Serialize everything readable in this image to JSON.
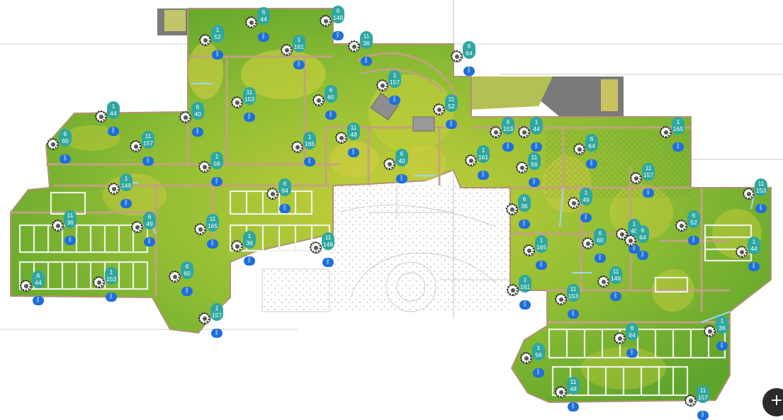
{
  "colors": {
    "heat_green": "#6fae2f",
    "heat_yellow": "#c8cf3a",
    "wall": "#c9a68a",
    "badge": "#2fa7a0",
    "bluetooth": "#1e6fd9",
    "parking_line": "#ffffff",
    "dark_roof": "#7b7b7b"
  },
  "icons": {
    "access_point": "wifi-access-point-icon",
    "bluetooth": "bluetooth-icon",
    "zoom": "plus-icon"
  },
  "zoom_button": {
    "label": "+"
  },
  "access_points": [
    {
      "channel": "6",
      "power": "44"
    },
    {
      "channel": "6",
      "power": "149"
    },
    {
      "channel": "1",
      "power": "52"
    },
    {
      "channel": "1",
      "power": "161"
    },
    {
      "channel": "11",
      "power": "36"
    },
    {
      "channel": "6",
      "power": "64"
    },
    {
      "channel": "1",
      "power": "157"
    },
    {
      "channel": "11",
      "power": "153"
    },
    {
      "channel": "6",
      "power": "60"
    },
    {
      "channel": "11",
      "power": "52"
    },
    {
      "channel": "6",
      "power": "40"
    },
    {
      "channel": "1",
      "power": "44"
    },
    {
      "channel": "6",
      "power": "60"
    },
    {
      "channel": "11",
      "power": "157"
    },
    {
      "channel": "11",
      "power": "48"
    },
    {
      "channel": "1",
      "power": "165"
    },
    {
      "channel": "1",
      "power": "56"
    },
    {
      "channel": "6",
      "power": "40"
    },
    {
      "channel": "6",
      "power": "153"
    },
    {
      "channel": "1",
      "power": "44"
    },
    {
      "channel": "1",
      "power": "165"
    },
    {
      "channel": "6",
      "power": "64"
    },
    {
      "channel": "1",
      "power": "161"
    },
    {
      "channel": "11",
      "power": "56"
    },
    {
      "channel": "11",
      "power": "157"
    },
    {
      "channel": "1",
      "power": "149"
    },
    {
      "channel": "6",
      "power": "64"
    },
    {
      "channel": "11",
      "power": "36"
    },
    {
      "channel": "6",
      "power": "49"
    },
    {
      "channel": "11",
      "power": "165"
    },
    {
      "channel": "1",
      "power": "36"
    },
    {
      "channel": "11",
      "power": "149"
    },
    {
      "channel": "6",
      "power": "36"
    },
    {
      "channel": "1",
      "power": "49"
    },
    {
      "channel": "6",
      "power": "60"
    },
    {
      "channel": "1",
      "power": "40"
    },
    {
      "channel": "6",
      "power": "52"
    },
    {
      "channel": "11",
      "power": "153"
    },
    {
      "channel": "1",
      "power": "165"
    },
    {
      "channel": "1",
      "power": "44"
    },
    {
      "channel": "6",
      "power": "64"
    },
    {
      "channel": "6",
      "power": "60"
    },
    {
      "channel": "1",
      "power": "153"
    },
    {
      "channel": "6",
      "power": "44"
    },
    {
      "channel": "1",
      "power": "161"
    },
    {
      "channel": "11",
      "power": "149"
    },
    {
      "channel": "11",
      "power": "153"
    },
    {
      "channel": "1",
      "power": "157"
    },
    {
      "channel": "6",
      "power": "64"
    },
    {
      "channel": "1",
      "power": "36"
    },
    {
      "channel": "1",
      "power": "56"
    },
    {
      "channel": "11",
      "power": "48"
    },
    {
      "channel": "11",
      "power": "157"
    }
  ]
}
